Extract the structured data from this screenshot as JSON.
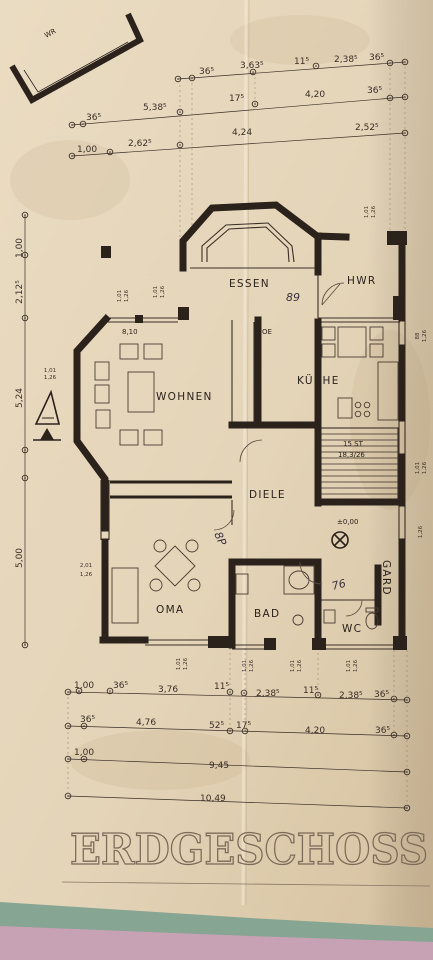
{
  "sheet": {
    "title": "ERDGESCHOSS",
    "annex_label": "WR"
  },
  "rooms": {
    "essen": "ESSEN",
    "hwr": "HWR",
    "wohnen": "WOHNEN",
    "kueche": "KÜCHE",
    "diele": "DIELE",
    "oma": "OMA",
    "bad": "BAD",
    "wc": "WC",
    "gard": "GARD"
  },
  "annotations": {
    "floor_level": "±0,00",
    "stairs_count": "15 ST",
    "stairs_ratio": "18,3/26",
    "wohnen_corner": "8,10",
    "kitchen_unit": "OE",
    "handwritten_essen": "89",
    "handwritten_diele": "8P",
    "handwritten_wc": "76"
  },
  "dimensions": {
    "top_row_1": [
      "36⁵",
      "3,63⁵",
      "11⁵",
      "2,38⁵",
      "36⁵"
    ],
    "top_row_2": [
      "36⁵",
      "5,38⁵",
      "17⁵",
      "4,20",
      "36⁵"
    ],
    "top_row_3": [
      "1,00",
      "2,62⁵",
      "4,24",
      "2,52⁵"
    ],
    "left_column": [
      "1,00",
      "2,12⁵",
      "5,24",
      "5,00"
    ],
    "bottom_row_1": [
      "1,00",
      "36⁵",
      "3,76",
      "11⁵",
      "2,38⁵",
      "11⁵",
      "2,38⁵",
      "36⁵"
    ],
    "bottom_row_2": [
      "36⁵",
      "4,76",
      "52⁵",
      "17⁵",
      "4,20",
      "36⁵"
    ],
    "bottom_row_3": [
      "1,00",
      "9,45"
    ],
    "bottom_row_4": [
      "10,49"
    ]
  },
  "window_labels": [
    {
      "top": "1,01",
      "bottom": "1,26"
    },
    {
      "top": "1,01",
      "bottom": "1,26"
    },
    {
      "top": "1,01",
      "bottom": "1,26"
    },
    {
      "top": "1,01",
      "bottom": "1,26"
    },
    {
      "top": "2,01",
      "bottom": "1,26"
    },
    {
      "top": "88",
      "bottom": "1,26"
    },
    {
      "top": "1,01",
      "bottom": "1,26"
    },
    {
      "top": "1,26"
    },
    {
      "top": "1,01",
      "bottom": "1,26"
    },
    {
      "top": "1,01",
      "bottom": "1,26"
    },
    {
      "top": "1,01",
      "bottom": "1,26"
    },
    {
      "top": "1,01",
      "bottom": "1,26"
    }
  ],
  "colors": {
    "paper": "#e6d8bd",
    "ink": "#2b221c",
    "pencil": "#6b5d52",
    "underlay_green": "#86a593",
    "underlay_pink": "#c7a1b4"
  }
}
